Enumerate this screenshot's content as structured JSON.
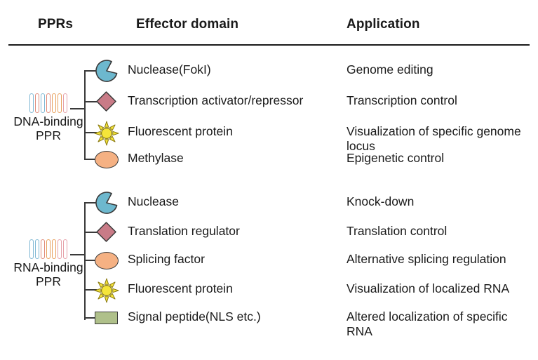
{
  "header": {
    "col_ppr": "PPRs",
    "col_effector": "Effector domain",
    "col_application": "Application"
  },
  "colors": {
    "nuclease": "#6DB8CE",
    "nuclease_border": "#3a3a3a",
    "diamond": "#C97B87",
    "diamond_border": "#3a3a3a",
    "sun": "#F5E53A",
    "sun_border": "#8a7a10",
    "ellipse": "#F5B183",
    "ellipse_border": "#3a3a3a",
    "rect": "#AFC08A",
    "rect_border": "#3a3a3a",
    "line": "#3a3a3a",
    "text": "#1a1a1a",
    "ppr_bar_blue": "#7FB8D4",
    "ppr_bar_salmon": "#E08B7A",
    "ppr_bar_orange": "#E8A05C",
    "ppr_bar_pink": "#E6A0A8"
  },
  "groups": [
    {
      "id": "dna",
      "ppr_label": "DNA-binding\nPPR",
      "ppr_bars": [
        "#7FB8D4",
        "#E08B7A",
        "#7FB8D4",
        "#E08B7A",
        "#E8A05C",
        "#E8A05C",
        "#E6A0A8"
      ],
      "rows": [
        {
          "icon": "nuclease-icon",
          "effector": "Nuclease(FokI)",
          "application": "Genome editing"
        },
        {
          "icon": "diamond-icon",
          "effector": "Transcription activator/repressor",
          "application": "Transcription control"
        },
        {
          "icon": "sun-icon",
          "effector": "Fluorescent protein",
          "application": "Visualization of specific genome\n locus"
        },
        {
          "icon": "ellipse-icon",
          "effector": "Methylase",
          "application": "Epigenetic control"
        }
      ]
    },
    {
      "id": "rna",
      "ppr_label": "RNA-binding\nPPR",
      "ppr_bars": [
        "#7FB8D4",
        "#7FB8D4",
        "#E08B7A",
        "#E8A05C",
        "#E8A05C",
        "#E6A0A8",
        "#E6A0A8"
      ],
      "rows": [
        {
          "icon": "nuclease-icon",
          "effector": "Nuclease",
          "application": "Knock-down"
        },
        {
          "icon": "diamond-icon",
          "effector": "Translation regulator",
          "application": "Translation control"
        },
        {
          "icon": "ellipse-icon",
          "effector": "Splicing factor",
          "application": "Alternative splicing regulation"
        },
        {
          "icon": "sun-icon",
          "effector": "Fluorescent protein",
          "application": "Visualization of localized RNA"
        },
        {
          "icon": "rect-icon",
          "effector": "Signal peptide(NLS etc.)",
          "application": "Altered localization of  specific\nRNA"
        }
      ]
    }
  ]
}
